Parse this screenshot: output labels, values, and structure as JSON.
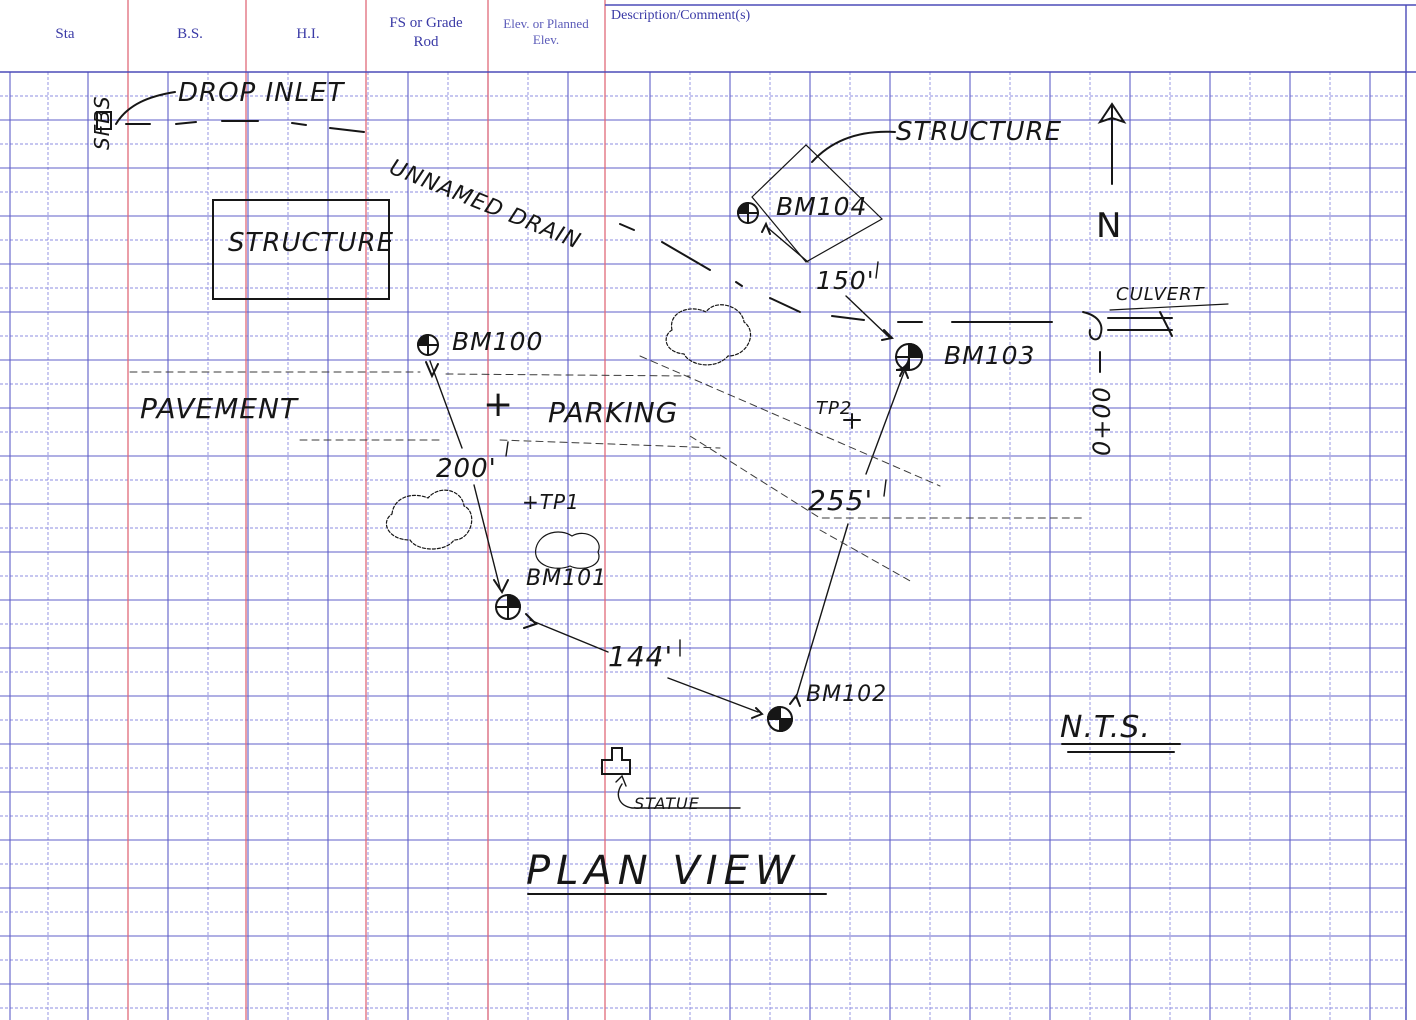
{
  "header": {
    "columns": [
      "Sta",
      "B.S.",
      "H.I.",
      "FS or Grade Rod",
      "Elev. or Planned Elev."
    ],
    "description_label": "Description/Comment(s)"
  },
  "colors": {
    "grid_blue": "#6a6ad0",
    "column_red": "#e06a7a",
    "header_text": "#3a3aa6",
    "ink": "#161616"
  },
  "sketch": {
    "drop_inlet": "DROP INLET",
    "unnamed_drain": "UNNAMED DRAIN",
    "sfbs": "SFBS",
    "structure_box": "STRUCTURE",
    "structure_top": "STRUCTURE",
    "bm104": "BM104",
    "bm100": "BM100",
    "bm103": "BM103",
    "bm101": "BM101",
    "bm102": "BM102",
    "tp1": "+TP1",
    "tp2": "TP2",
    "pavement": "PAVEMENT",
    "and_sign": "+",
    "parking": "PARKING",
    "culvert": "CULVERT",
    "station": "0+00",
    "north": "N",
    "nts": "N.T.S.",
    "statue": "STATUE",
    "plan_view": "PLAN VIEW",
    "dist_150": "150'",
    "dist_200": "200'",
    "dist_255": "255'",
    "dist_144": "144'"
  }
}
